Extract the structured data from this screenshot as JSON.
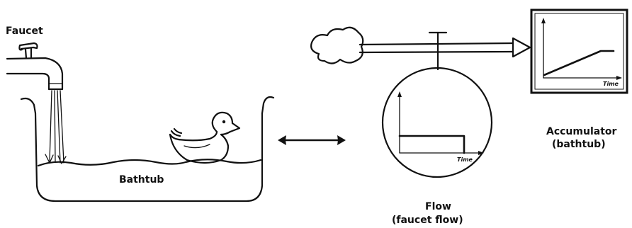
{
  "labels": {
    "faucet": "Faucet",
    "bathtub": "Bathtub",
    "accumulator_line1": "Accumulator",
    "accumulator_line2": "(bathtub)",
    "flow_line1": "Flow",
    "flow_line2": "(faucet flow)"
  },
  "charts": {
    "flow": {
      "xlabel": "Time",
      "shape": "step then drop to zero"
    },
    "accumulator": {
      "xlabel": "Time",
      "shape": "linear rise then plateau"
    }
  },
  "colors": {
    "ink": "#111111",
    "background": "#ffffff"
  },
  "icons": [
    "faucet-icon",
    "water-stream-icon",
    "bathtub-icon",
    "rubber-duck-icon",
    "double-arrow-icon",
    "cloud-source-icon",
    "pipe-arrow-icon",
    "valve-icon"
  ]
}
